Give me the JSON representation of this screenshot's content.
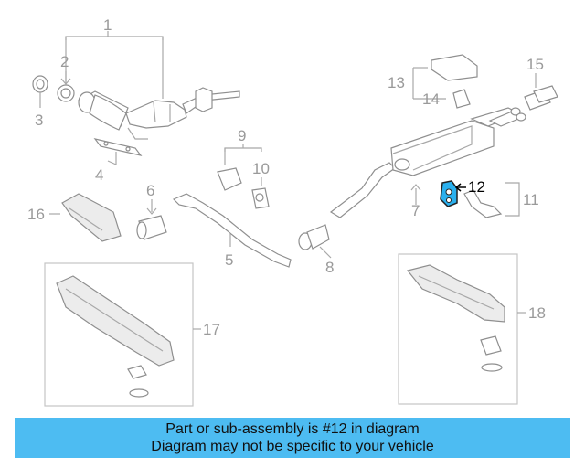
{
  "callouts": {
    "c1": "1",
    "c2": "2",
    "c3": "3",
    "c4": "4",
    "c5": "5",
    "c6": "6",
    "c7": "7",
    "c8": "8",
    "c9": "9",
    "c10": "10",
    "c11": "11",
    "c12": "12",
    "c13": "13",
    "c14": "14",
    "c15": "15",
    "c16": "16",
    "c17": "17",
    "c18": "18"
  },
  "highlight": {
    "part": "12",
    "color": "#2ab0ee"
  },
  "banner": {
    "line1": "Part or sub-assembly is #12 in diagram",
    "line2": "Diagram may not be specific to your vehicle",
    "background": "#4dbcf2"
  }
}
